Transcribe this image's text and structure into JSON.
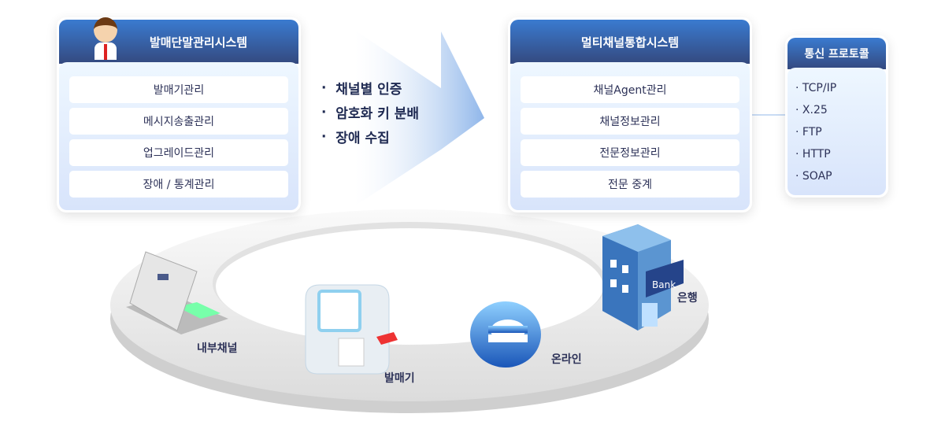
{
  "left_system": {
    "title": "발매단말관리시스템",
    "items": [
      "발매기관리",
      "메시지송출관리",
      "업그레이드관리",
      "장애 / 통계관리"
    ]
  },
  "middle": {
    "bullets": [
      "채널별 인증",
      "암호화 키 분배",
      "장애 수집"
    ]
  },
  "right_system": {
    "title": "멀티채널통합시스템",
    "items": [
      "채널Agent관리",
      "채널정보관리",
      "전문정보관리",
      "전문 중계"
    ]
  },
  "protocol": {
    "title": "통신 프로토콜",
    "items": [
      "TCP/IP",
      "X.25",
      "FTP",
      "HTTP",
      "SOAP"
    ]
  },
  "channels": {
    "internal": "내부채널",
    "kiosk": "발매기",
    "online": "온라인",
    "bank": "은행",
    "bank_sign": "Bank"
  }
}
